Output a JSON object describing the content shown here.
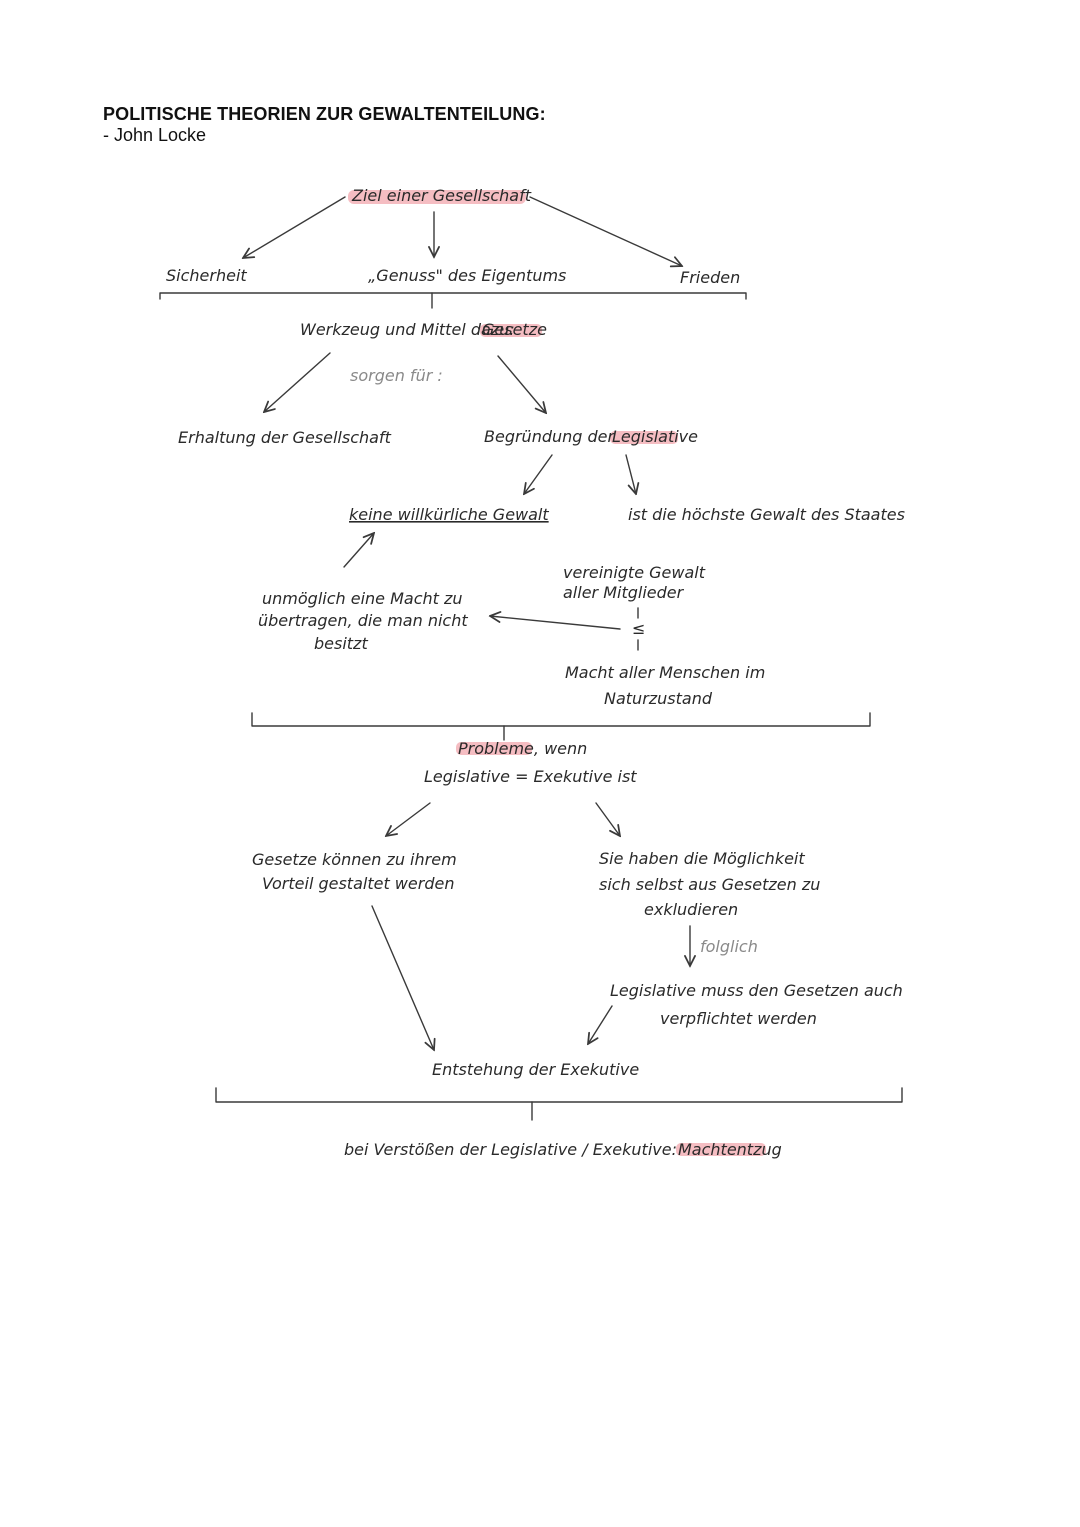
{
  "header": {
    "title": "POLITISCHE THEORIEN ZUR GEWALTENTEILUNG:",
    "subtitle": "-  John Locke"
  },
  "diagram": {
    "ziel": "Ziel einer Gesellschaft",
    "sicherheit": "Sicherheit",
    "genuss": "„Genuss\" des Eigentums",
    "frieden": "Frieden",
    "werkzeug": "Werkzeug und Mittel dazu:",
    "gesetze": "Gesetze",
    "sorgen": "sorgen für :",
    "erhaltung": "Erhaltung der Gesellschaft",
    "begruendung": "Begründung der",
    "legislative": "Legislative",
    "keine_gewalt": "keine willkürliche Gewalt",
    "hoechste_gewalt": "ist die höchste Gewalt des Staates",
    "vereinigte_1": "vereinigte Gewalt",
    "vereinigte_2": "aller Mitglieder",
    "leq_symbol": "≤",
    "unmoeglich_1": "unmöglich eine Macht zu",
    "unmoeglich_2": "übertragen, die man nicht",
    "unmoeglich_3": "besitzt",
    "macht_1": "Macht aller Menschen im",
    "macht_2": "Naturzustand",
    "probleme": "Probleme, wenn",
    "leg_exe": "Legislative = Exekutive ist",
    "vorteil_1": "Gesetze können zu ihrem",
    "vorteil_2": "Vorteil gestaltet werden",
    "moeglichkeit_1": "Sie haben die Möglichkeit",
    "moeglichkeit_2": "sich selbst aus Gesetzen zu",
    "moeglichkeit_3": "exkludieren",
    "folglich": "folglich",
    "verpflichtet_1": "Legislative muss den Gesetzen auch",
    "verpflichtet_2": "verpflichtet werden",
    "entstehung": "Entstehung der Exekutive",
    "verstoss": "bei Verstößen der Legislative / Exekutive:",
    "machtentzug": "Machtentzug"
  },
  "colors": {
    "highlight": "#f2a7ad",
    "ink": "#2a2a2a",
    "pencil": "#8a8a8a"
  }
}
